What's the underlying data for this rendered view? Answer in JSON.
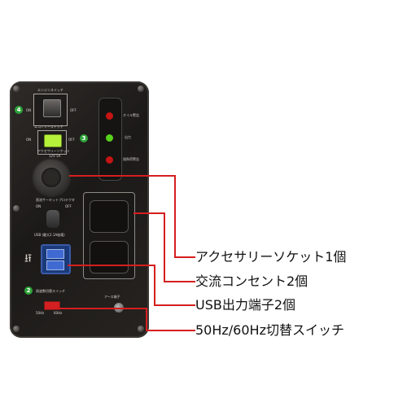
{
  "panel": {
    "engine_switch_label": "エンジンスイッチ",
    "on": "ON",
    "off": "OFF",
    "economy_switch_label": "エコノミースイッチ",
    "accessory_fuse_label": "アクセサリーソケット",
    "accessory_fuse_rating": "12V 5A",
    "oil_warning": "オイル警告",
    "output": "出力",
    "overload": "過負荷警告",
    "dc_breaker_label": "直流サーキットプロテクタ",
    "usb_label": "USB (最大2.1A給電)",
    "freq_switch_label": "周波数切替スイッチ",
    "hz50": "50Hz",
    "hz60": "60Hz",
    "ground_label": "アース端子",
    "badge_4": "4",
    "badge_3": "3",
    "badge_2": "2"
  },
  "callouts": [
    "アクセサリーソケット1個",
    "交流コンセント2個",
    "USB出力端子2個",
    "50Hz/60Hz切替スイッチ"
  ],
  "colors": {
    "callout_line": "#d61e1e",
    "panel": "#24211e",
    "badge": "#2fa43a",
    "usb": "#3f6ad1",
    "rocker_green": "#b6f23a",
    "lamp_red": "#c41414",
    "lamp_green": "#58d11c"
  }
}
